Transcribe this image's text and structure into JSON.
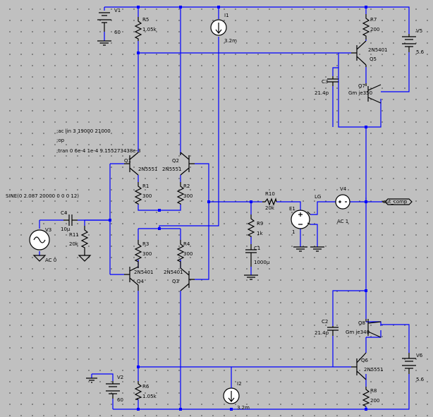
{
  "directives": {
    "ac": ";ac lin 3 19000 21000",
    "op": ";op",
    "tran": ";tran 0 6e-4 1e-4 9.155273438e-3"
  },
  "source_text": "SINE(0 2.087 20000 0 0 0 12)",
  "output_label": "out_comp",
  "lg_label": "LG",
  "components": {
    "V1": {
      "name": "V1",
      "value": "60"
    },
    "V2": {
      "name": "V2",
      "value": "60"
    },
    "V3": {
      "name": "V3",
      "value": "AC 0"
    },
    "V4": {
      "name": "V4",
      "value": "AC 1"
    },
    "V5": {
      "name": "V5",
      "value": "5.6"
    },
    "V6": {
      "name": "V6",
      "value": "5.6"
    },
    "I1": {
      "name": "I1",
      "value": "3.2m"
    },
    "I2": {
      "name": "I2",
      "value": "3.2m"
    },
    "R1": {
      "name": "R1",
      "value": "300"
    },
    "R2": {
      "name": "R2",
      "value": "300"
    },
    "R3": {
      "name": "R3",
      "value": "300"
    },
    "R4": {
      "name": "R4",
      "value": "300"
    },
    "R5": {
      "name": "R5",
      "value": "1.05k"
    },
    "R6": {
      "name": "R6",
      "value": "1.05k"
    },
    "R7": {
      "name": "R7",
      "value": "200"
    },
    "R8": {
      "name": "R8",
      "value": "200"
    },
    "R9": {
      "name": "R9",
      "value": "1k"
    },
    "R10": {
      "name": "R10",
      "value": "20k"
    },
    "R11": {
      "name": "R11",
      "value": "20k"
    },
    "C1": {
      "name": "C1",
      "value": "1000µ"
    },
    "C2": {
      "name": "C2",
      "value": "21.4p"
    },
    "C3": {
      "name": "C3",
      "value": "21.4p"
    },
    "C4": {
      "name": "C4",
      "value": "10µ"
    },
    "E1": {
      "name": "E1",
      "value": "1"
    },
    "Q1": {
      "name": "Q1",
      "value": "2N5551"
    },
    "Q2": {
      "name": "Q2",
      "value": "2N5551"
    },
    "Q3": {
      "name": "Q3",
      "value": "2N5401"
    },
    "Q4": {
      "name": "Q4",
      "value": "2N5401"
    },
    "Q5": {
      "name": "Q5",
      "value": "2N5401"
    },
    "Q6": {
      "name": "Q6",
      "value": "2N5551"
    },
    "Q7": {
      "name": "Q7",
      "value": "Gm je350"
    },
    "Q8": {
      "name": "Q8",
      "value": "Gm je340"
    }
  }
}
